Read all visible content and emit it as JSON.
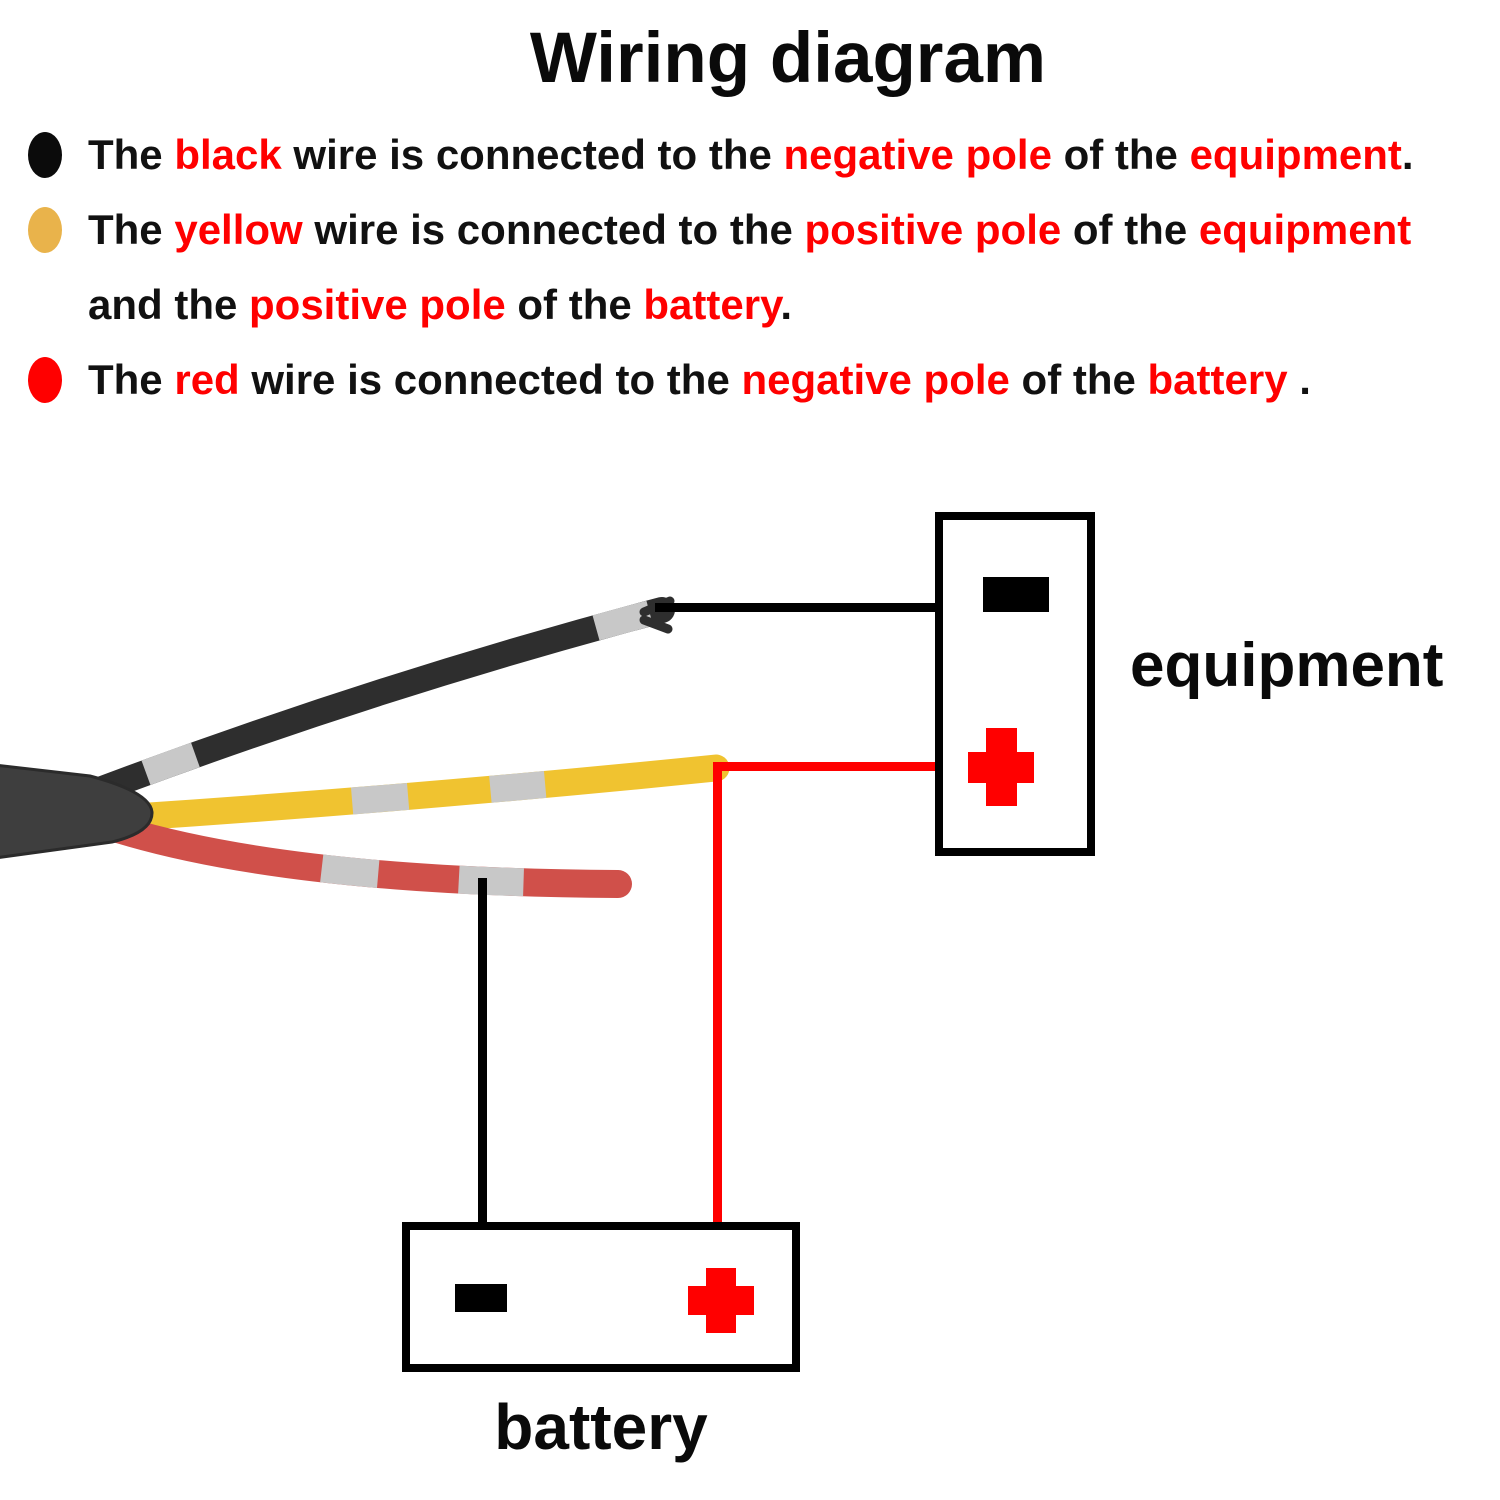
{
  "title": "Wiring diagram",
  "colors": {
    "ink": "#111111",
    "accent_red": "#ff0000",
    "line_black": "#000000",
    "bullet_black": "#0b0b0b",
    "bullet_yellow": "#e9b34b",
    "bullet_red": "#ff0000",
    "wire_black": "#2e2e2e",
    "wire_yellow": "#f0c330",
    "wire_red": "#d0504a",
    "wire_silver": "#c8c8c8",
    "sheath_gray": "#3e3e3e"
  },
  "instructions": {
    "lines": [
      {
        "bullet": "bullet_black",
        "segments": [
          {
            "t": "The ",
            "c": "ink"
          },
          {
            "t": "black",
            "c": "accent_red"
          },
          {
            "t": " wire is connected to the ",
            "c": "ink"
          },
          {
            "t": "negative pole",
            "c": "accent_red"
          },
          {
            "t": " of the ",
            "c": "ink"
          },
          {
            "t": "equipment",
            "c": "accent_red"
          },
          {
            "t": ".",
            "c": "ink"
          }
        ]
      },
      {
        "bullet": "bullet_yellow",
        "segments": [
          {
            "t": "The ",
            "c": "ink"
          },
          {
            "t": "yellow",
            "c": "accent_red"
          },
          {
            "t": " wire is connected to the ",
            "c": "ink"
          },
          {
            "t": "positive pole",
            "c": "accent_red"
          },
          {
            "t": " of the ",
            "c": "ink"
          },
          {
            "t": "equipment",
            "c": "accent_red"
          }
        ]
      },
      {
        "bullet": null,
        "segments": [
          {
            "t": "and the ",
            "c": "ink"
          },
          {
            "t": "positive pole",
            "c": "accent_red"
          },
          {
            "t": " of the ",
            "c": "ink"
          },
          {
            "t": "battery",
            "c": "accent_red"
          },
          {
            "t": ".",
            "c": "ink"
          }
        ]
      },
      {
        "bullet": "bullet_red",
        "segments": [
          {
            "t": "The ",
            "c": "ink"
          },
          {
            "t": "red",
            "c": "accent_red"
          },
          {
            "t": " wire is connected to the ",
            "c": "ink"
          },
          {
            "t": "negative pole",
            "c": "accent_red"
          },
          {
            "t": " of the ",
            "c": "ink"
          },
          {
            "t": "battery",
            "c": "accent_red"
          },
          {
            "t": " .",
            "c": "ink"
          }
        ]
      }
    ]
  },
  "diagram": {
    "equipment_label": "equipment",
    "battery_label": "battery"
  }
}
